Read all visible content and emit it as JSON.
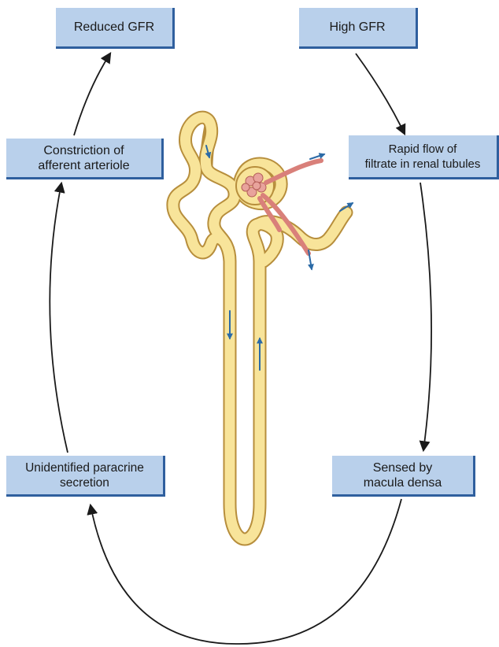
{
  "steps": {
    "reduced_gfr": "Reduced GFR",
    "high_gfr": "High GFR",
    "constriction": "Constriction of\nafferent arteriole",
    "rapid_flow": "Rapid flow of\nfiltrate in renal tubules",
    "sensed": "Sensed by\nmacula densa",
    "paracrine": "Unidentified paracrine\nsecretion"
  },
  "colors": {
    "box_fill": "#b9d0eb",
    "box_shadow": "#2f5f9e",
    "tubule_fill": "#f8e49a",
    "tubule_outline": "#b78e3c",
    "vessel": "#d9807a",
    "flow_arrow": "#2b6aa6",
    "cycle_arrow": "#1a1a1a"
  },
  "illustration": "nephron"
}
